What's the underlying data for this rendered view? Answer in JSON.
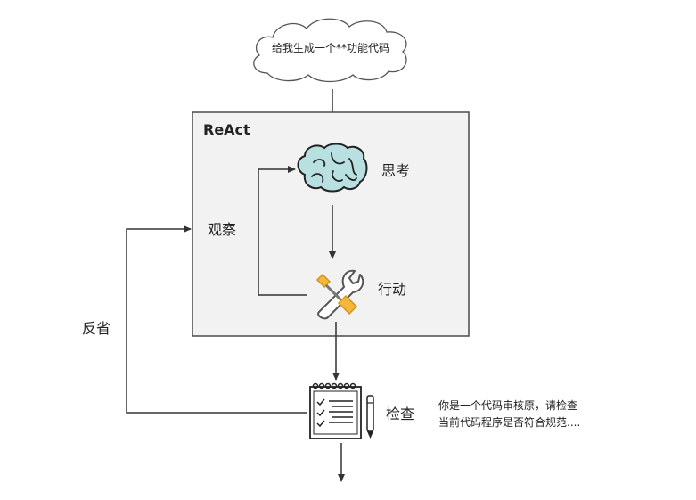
{
  "prompt": {
    "text": "给我生成一个**功能代码"
  },
  "react": {
    "title": "ReAct",
    "think_label": "思考",
    "act_label": "行动",
    "observe_label": "观察"
  },
  "check": {
    "label": "检查",
    "note_line1": "你是一个代码审核原，请检查",
    "note_line2": "当前代码程序是否符合规范...."
  },
  "reflect": {
    "label": "反省"
  },
  "icons": [
    "cloud-icon",
    "brain-icon",
    "tools-icon",
    "checklist-icon",
    "pen-icon"
  ],
  "colors": {
    "box_fill": "#f2f2f2",
    "box_stroke": "#4a4a4a",
    "line": "#333333",
    "brain": "#b8e0e0",
    "tool": "#f5b93a"
  }
}
